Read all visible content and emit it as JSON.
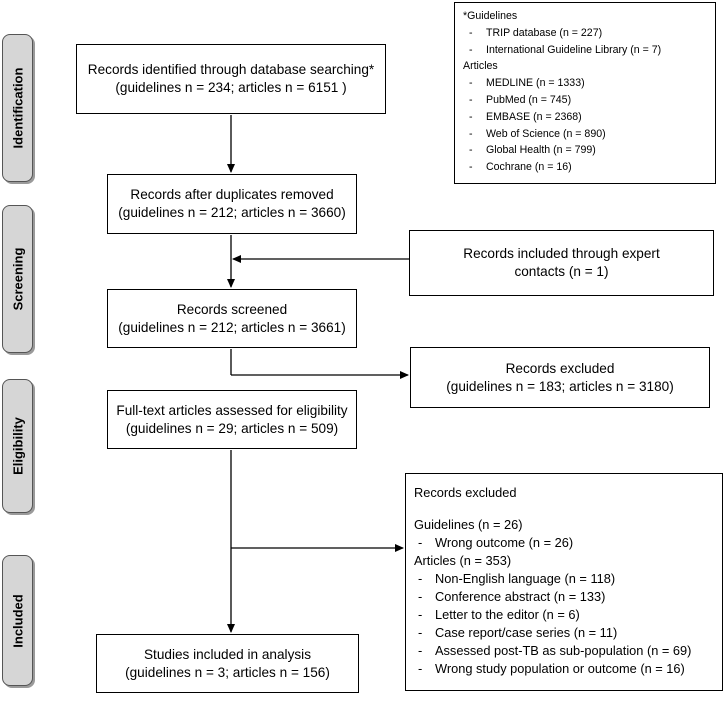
{
  "stages": [
    "Identification",
    "Screening",
    "Eligibility",
    "Included"
  ],
  "boxes": {
    "identified": [
      "Records identified through database searching*",
      "(guidelines n = 234; articles n = 6151 )"
    ],
    "dedup": [
      "Records after duplicates removed",
      "(guidelines n = 212; articles n = 3660)"
    ],
    "expert": [
      "Records included through expert",
      "contacts (n = 1)"
    ],
    "screened": [
      "Records screened",
      "(guidelines n = 212; articles n = 3661)"
    ],
    "excluded1": [
      "Records excluded",
      "(guidelines n = 183; articles n = 3180)"
    ],
    "fulltext": [
      "Full-text articles assessed for eligibility",
      "(guidelines n = 29; articles n = 509)"
    ],
    "included": [
      "Studies included in analysis",
      "(guidelines n = 3; articles n = 156)"
    ]
  },
  "legend": {
    "guidelines_heading": "*Guidelines",
    "guidelines": [
      "TRIP database (n = 227)",
      "International Guideline Library (n = 7)"
    ],
    "articles_heading": "Articles",
    "articles": [
      "MEDLINE (n = 1333)",
      "PubMed (n = 745)",
      "EMBASE (n = 2368)",
      "Web of Science (n = 890)",
      "Global Health (n = 799)",
      "Cochrane (n = 16)"
    ]
  },
  "excluded2": {
    "heading": "Records excluded",
    "guidelines_heading": "Guidelines (n = 26)",
    "guidelines": [
      "Wrong outcome (n = 26)"
    ],
    "articles_heading": "Articles (n = 353)",
    "articles": [
      "Non-English language (n = 118)",
      "Conference abstract (n = 133)",
      "Letter to the editor (n = 6)",
      "Case report/case series (n = 11)",
      "Assessed post-TB as sub-population (n = 69)",
      "Wrong study population or outcome (n = 16)"
    ]
  },
  "dash": "-"
}
